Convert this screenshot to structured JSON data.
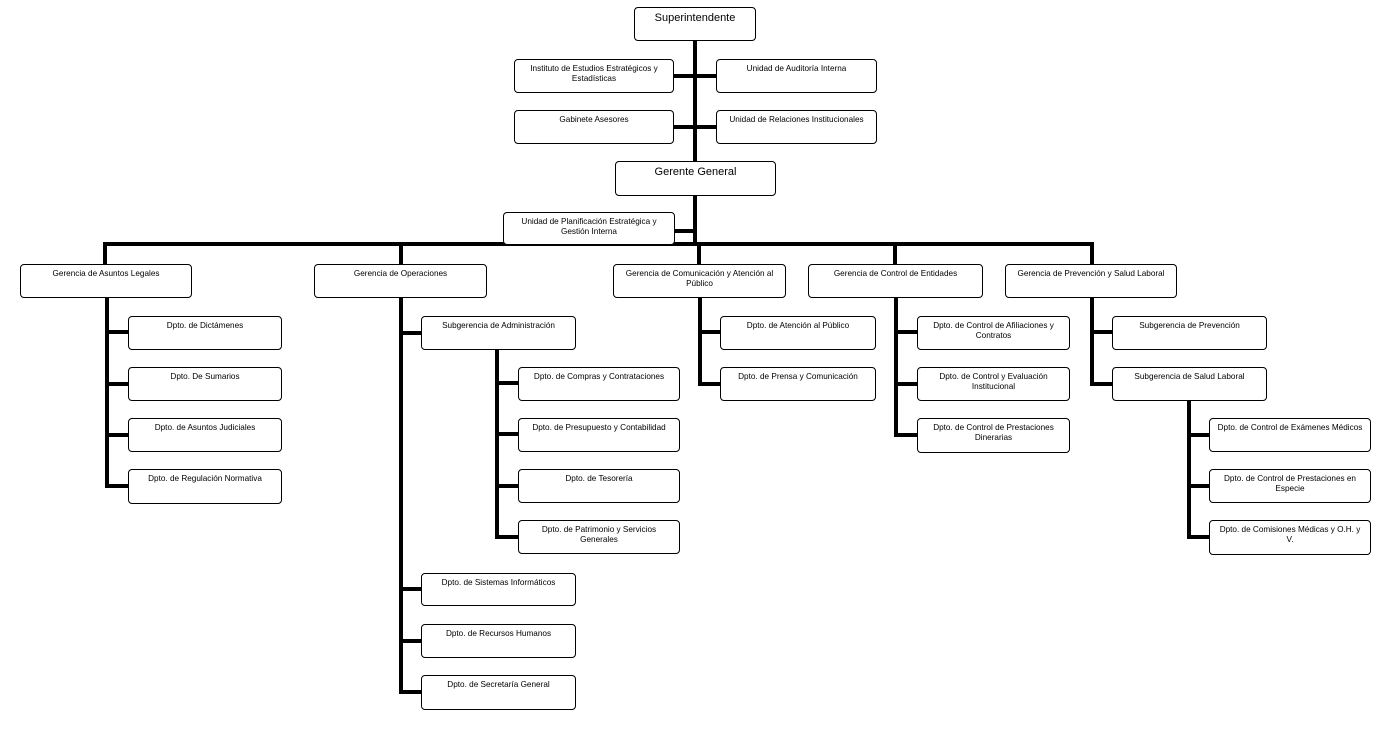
{
  "nodes": {
    "superintendente": "Superintendente",
    "instituto": "Instituto de Estudios Estratégicos y Estadísticas",
    "auditoria": "Unidad de Auditoría Interna",
    "gabinete": "Gabinete Asesores",
    "relaciones": "Unidad de Relaciones Institucionales",
    "gerente": "Gerente General",
    "planificacion": "Unidad de Planificación Estratégica y Gestión Interna",
    "legales": "Gerencia de Asuntos Legales",
    "dictamenes": "Dpto. de Dictámenes",
    "sumarios": "Dpto. De Sumarios",
    "judiciales": "Dpto. de Asuntos Judiciales",
    "regulacion": "Dpto. de Regulación Normativa",
    "operaciones": "Gerencia de Operaciones",
    "sub_admin": "Subgerencia de Administración",
    "compras": "Dpto. de Compras y Contrataciones",
    "presupuesto": "Dpto. de Presupuesto y Contabilidad",
    "tesoreria": "Dpto. de Tesorería",
    "patrimonio": "Dpto. de Patrimonio y Servicios Generales",
    "sistemas": "Dpto. de Sistemas Informáticos",
    "rrhh": "Dpto. de Recursos Humanos",
    "secretaria": "Dpto. de Secretaría General",
    "comunicacion": "Gerencia de Comunicación y Atención al Público",
    "atencion": "Dpto. de Atención al Público",
    "prensa": "Dpto. de Prensa y Comunicación",
    "entidades": "Gerencia  de Control de Entidades",
    "afiliaciones": "Dpto. de Control de Afiliaciones y Contratos",
    "evaluacion": "Dpto. de Control y Evaluación Institucional",
    "prestaciones_din": "Dpto. de Control de Prestaciones Dinerarias",
    "prevencion_g": "Gerencia de Prevención y Salud Laboral",
    "sub_prevencion": "Subgerencia  de Prevención",
    "sub_salud": "Subgerencia de Salud Laboral",
    "examenes": "Dpto. de Control de Exámenes Médicos",
    "prestaciones_esp": "Dpto. de Control de Prestaciones en Especie",
    "comisiones": "Dpto. de Comisiones Médicas y O.H. y V."
  }
}
